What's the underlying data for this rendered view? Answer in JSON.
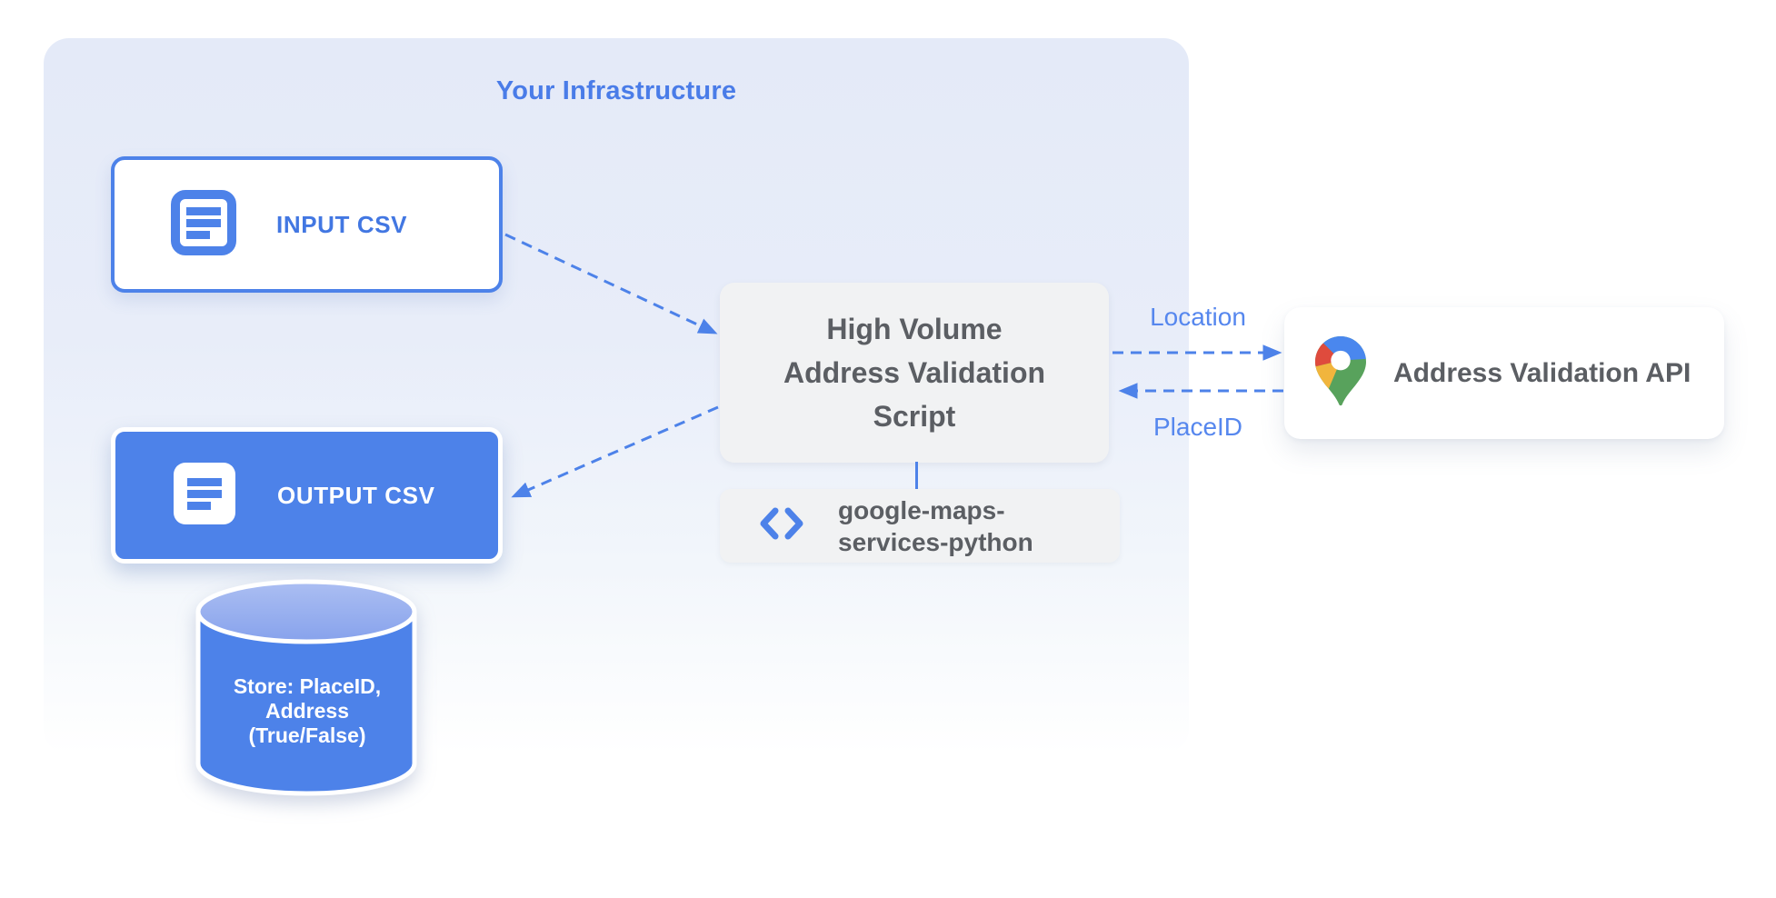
{
  "diagram": {
    "title": "Your Infrastructure",
    "nodes": {
      "input_csv": {
        "label": "INPUT CSV",
        "icon": "document-icon"
      },
      "output_csv": {
        "label": "OUTPUT CSV",
        "icon": "document-icon"
      },
      "datastore": {
        "label": "Store: PlaceID,\nAddress\n(True/False)",
        "icon": "database-cylinder"
      },
      "script": {
        "label": "High Volume\nAddress Validation\nScript"
      },
      "library": {
        "label": "google-maps-\nservices-python",
        "icon": "code-icon"
      },
      "api": {
        "label": "Address Validation API",
        "icon": "google-maps-pin-icon"
      }
    },
    "edges": {
      "input_to_script": {
        "style": "dashed-arrow"
      },
      "script_to_output": {
        "style": "dashed-arrow"
      },
      "script_to_api": {
        "label": "Location",
        "style": "dashed-arrow"
      },
      "api_to_script": {
        "label": "PlaceID",
        "style": "dashed-arrow"
      },
      "script_to_library": {
        "style": "solid-line"
      }
    },
    "colors": {
      "primary_blue": "#4d82e9",
      "title_blue": "#4a7ce8",
      "edge_label_blue": "#5687ee",
      "panel_blue": "#e4eaf8",
      "box_gray": "#f1f2f3",
      "text_gray": "#5b5e63",
      "pin_blue": "#4a87ee",
      "pin_red": "#df4b3d",
      "pin_yellow": "#f1b53d",
      "pin_green": "#58a25c"
    }
  }
}
